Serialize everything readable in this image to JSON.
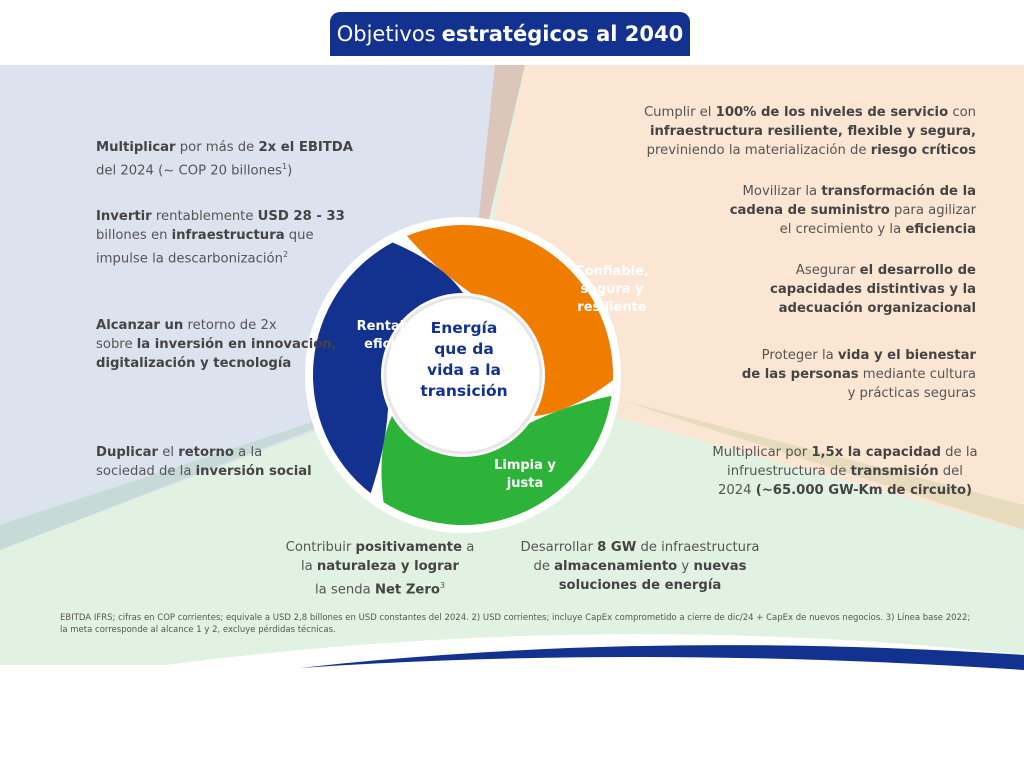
{
  "header": {
    "title_light": "Objetivos",
    "title_bold": "estratégicos al 2040"
  },
  "wheel": {
    "center": "Energía que da vida a la transición",
    "segments": [
      {
        "label": "Confiable, segura y resiliente",
        "color": "#f07c00"
      },
      {
        "label": "Limpia y justa",
        "color": "#2db33a"
      },
      {
        "label": "Rentable y eficiente",
        "color": "#13318f"
      }
    ]
  },
  "colors": {
    "left_bg": "#dde2ef",
    "right_bg": "#fbe6d4",
    "bottom_bg": "#e2f2e2",
    "brand_blue": "#13318f"
  },
  "objectives": {
    "left": [
      [
        {
          "t": "Multiplicar",
          "b": true
        },
        {
          "t": " por más de "
        },
        {
          "t": "2x el EBITDA",
          "b": true
        },
        {
          "t": "\ndel 2024 (~ COP 20 billones"
        },
        {
          "t": "1",
          "sup": true
        },
        {
          "t": ")"
        }
      ],
      [
        {
          "t": "Invertir",
          "b": true
        },
        {
          "t": " rentablemente "
        },
        {
          "t": "USD 28 - 33",
          "b": true
        },
        {
          "t": "\nbillones en "
        },
        {
          "t": "infraestructura",
          "b": true
        },
        {
          "t": " que\nimpulse la descarbonización"
        },
        {
          "t": "2",
          "sup": true
        }
      ],
      [
        {
          "t": "Alcanzar un",
          "b": true
        },
        {
          "t": " retorno de 2x\nsobre "
        },
        {
          "t": "la inversión en innovación,\ndigitalización y tecnología",
          "b": true
        }
      ],
      [
        {
          "t": "Duplicar",
          "b": true
        },
        {
          "t": " el "
        },
        {
          "t": "retorno",
          "b": true
        },
        {
          "t": " a la\nsociedad de la "
        },
        {
          "t": "inversión social",
          "b": true
        }
      ]
    ],
    "right": [
      [
        {
          "t": "Cumplir el "
        },
        {
          "t": "100% de los niveles de servicio",
          "b": true
        },
        {
          "t": " con\n"
        },
        {
          "t": "infraestructura resiliente, flexible y segura,",
          "b": true
        },
        {
          "t": "\npreviniendo la materialización de "
        },
        {
          "t": "riesgo críticos",
          "b": true
        }
      ],
      [
        {
          "t": "Movilizar la "
        },
        {
          "t": "transformación de la\ncadena de suministro",
          "b": true
        },
        {
          "t": " para agilizar\nel crecimiento y la "
        },
        {
          "t": "eficiencia",
          "b": true
        }
      ],
      [
        {
          "t": "Asegurar "
        },
        {
          "t": "el desarrollo de\ncapacidades distintivas y la\nadecuación organizacional",
          "b": true
        }
      ],
      [
        {
          "t": "Proteger la "
        },
        {
          "t": "vida y el bienestar\nde las personas",
          "b": true
        },
        {
          "t": " mediante cultura\ny prácticas seguras"
        }
      ],
      [
        {
          "t": "Multiplicar por "
        },
        {
          "t": "1,5x la capacidad",
          "b": true
        },
        {
          "t": " de la\ninfruestructura de "
        },
        {
          "t": "transmisión",
          "b": true
        },
        {
          "t": " del\n2024 "
        },
        {
          "t": "(~65.000 GW-Km de circuito)",
          "b": true
        }
      ]
    ],
    "bottom": [
      [
        {
          "t": "Contribuir "
        },
        {
          "t": "positivamente",
          "b": true
        },
        {
          "t": " a\nla "
        },
        {
          "t": "naturaleza y lograr",
          "b": true
        },
        {
          "t": "\nla senda "
        },
        {
          "t": "Net Zero",
          "b": true
        },
        {
          "t": "3",
          "sup": true
        }
      ],
      [
        {
          "t": "Desarrollar "
        },
        {
          "t": "8 GW",
          "b": true
        },
        {
          "t": " de infraestructura\nde "
        },
        {
          "t": "almacenamiento",
          "b": true
        },
        {
          "t": " y "
        },
        {
          "t": "nuevas\nsoluciones de energía",
          "b": true
        }
      ]
    ]
  },
  "footnote": "EBITDA IFRS; cifras en COP corrientes; equivale a USD 2,8 billones en USD constantes del 2024. 2) USD corrientes; incluye CapEx comprometido a cierre de dic/24 + CapEx de nuevos negocios. 3) Línea base 2022; la meta corresponde al alcance 1 y 2, excluye pérdidas técnicas."
}
